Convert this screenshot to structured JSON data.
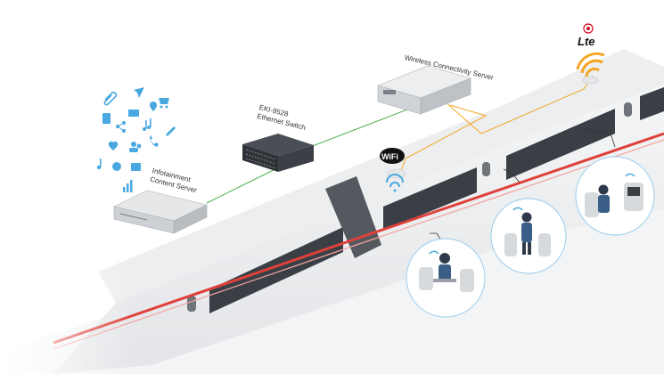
{
  "labels": {
    "infotainment_server": [
      "Infotainment",
      "Content Server"
    ],
    "ethernet_switch": [
      "EKI-9528",
      "Ethernet Switch"
    ],
    "wireless_server": "Wireless Connectivity Server"
  },
  "badges": {
    "lte": "Lte",
    "wifi": "WiFi"
  },
  "icons": [
    "paperclip-icon",
    "send-icon",
    "cart-icon",
    "clipboard-icon",
    "mail-icon",
    "location-icon",
    "share-icon",
    "music-icon",
    "pencil-icon",
    "phone-icon",
    "heart-icon",
    "users-icon",
    "music-note-icon",
    "pie-chart-icon",
    "briefcase-icon",
    "bar-chart-icon"
  ],
  "colors": {
    "train_stripe": "#e0403a",
    "ethernet_link": "#4caf50",
    "wireless_link": "#f5a623",
    "icon_blue": "#4aa8e0",
    "lte_red": "#d0021b",
    "window_dark": "#3a3f46"
  }
}
